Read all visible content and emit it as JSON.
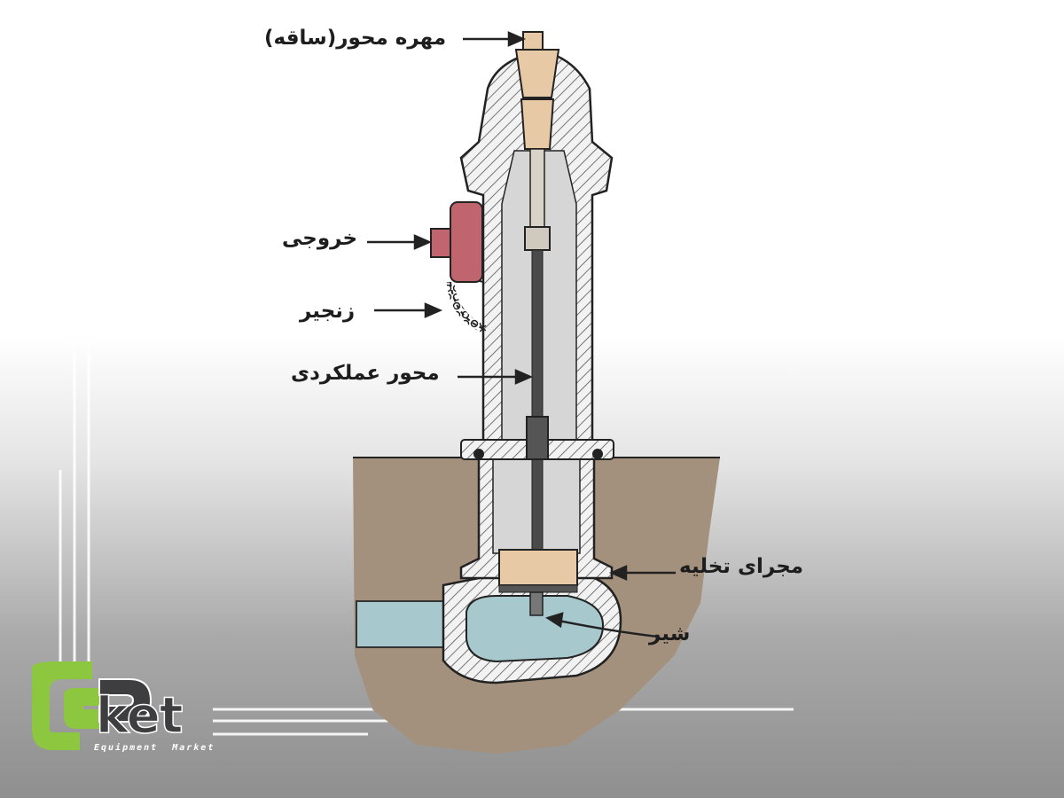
{
  "labels": {
    "stem_nut": "مهره محور(ساقه)",
    "outlet": "خروجی",
    "chain": "زنجیر",
    "operating_stem": "محور عملکردی",
    "drain": "مجرای تخلیه",
    "valve": "شیر"
  },
  "logo": {
    "text": "ket",
    "subtitle": "Equipment  Market"
  },
  "colors": {
    "logo_green": "#8dc63f",
    "soil": "#a4917d",
    "pipe_water": "#a7c8cc",
    "outlet_cap": "#c0646e",
    "valve_block": "#e8c9a6",
    "hydrant_body": "#d6d6d6"
  }
}
